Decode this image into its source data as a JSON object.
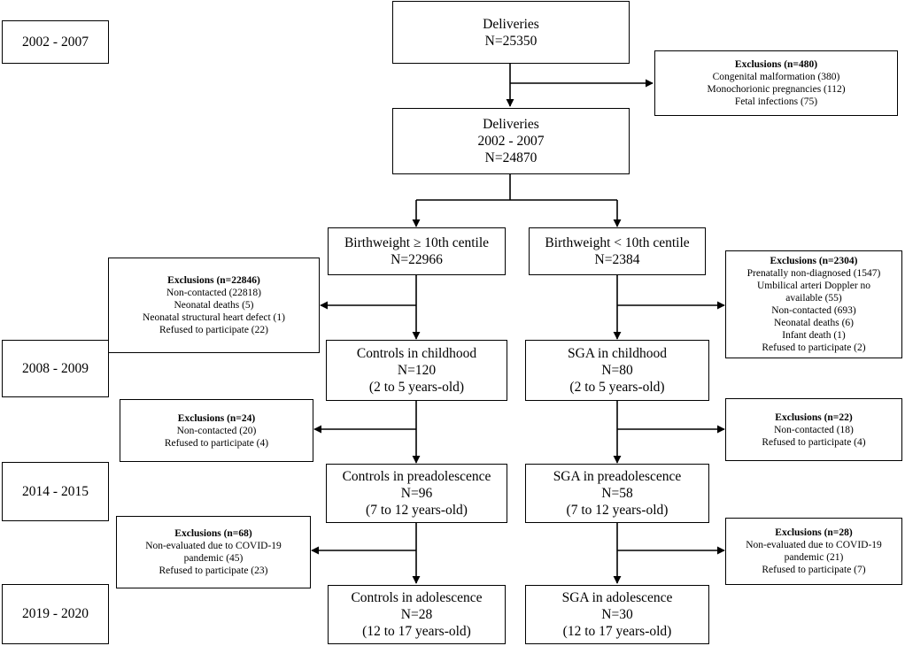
{
  "years": {
    "y1": "2002 - 2007",
    "y2": "2008 - 2009",
    "y3": "2014 - 2015",
    "y4": "2019 - 2020"
  },
  "boxes": {
    "deliveries_all": [
      "Deliveries",
      "N=25350"
    ],
    "deliveries_filtered": [
      "Deliveries",
      "2002 - 2007",
      "N=24870"
    ],
    "bw_high": [
      "Birthweight ≥ 10th centile",
      "N=22966"
    ],
    "bw_low": [
      "Birthweight < 10th centile",
      "N=2384"
    ],
    "controls_child": [
      "Controls in childhood",
      "N=120",
      "(2 to 5 years-old)"
    ],
    "sga_child": [
      "SGA in childhood",
      "N=80",
      "(2 to 5 years-old)"
    ],
    "controls_preado": [
      "Controls in preadolescence",
      "N=96",
      "(7 to 12 years-old)"
    ],
    "sga_preado": [
      "SGA in preadolescence",
      "N=58",
      "(7 to 12 years-old)"
    ],
    "controls_ado": [
      "Controls in adolescence",
      "N=28",
      "(12 to 17 years-old)"
    ],
    "sga_ado": [
      "SGA in adolescence",
      "N=30",
      "(12 to 17 years-old)"
    ]
  },
  "exclusions": {
    "initial": {
      "title": "Exclusions (n=480)",
      "items": [
        "Congenital malformation (380)",
        "Monochorionic pregnancies (112)",
        "Fetal infections (75)"
      ]
    },
    "controls_child": {
      "title": "Exclusions (n=22846)",
      "items": [
        "Non-contacted (22818)",
        "Neonatal deaths (5)",
        "Neonatal structural heart defect (1)",
        "Refused to participate (22)"
      ]
    },
    "sga_child": {
      "title": "Exclusions (n=2304)",
      "items": [
        "Prenatally non-diagnosed (1547)",
        "Umbilical arteri Doppler no",
        "available (55)",
        "Non-contacted (693)",
        "Neonatal deaths (6)",
        "Infant death (1)",
        "Refused to participate (2)"
      ]
    },
    "controls_preado": {
      "title": "Exclusions (n=24)",
      "items": [
        "Non-contacted (20)",
        "Refused to participate (4)"
      ]
    },
    "sga_preado": {
      "title": "Exclusions (n=22)",
      "items": [
        "Non-contacted (18)",
        "Refused to participate (4)"
      ]
    },
    "controls_ado": {
      "title": "Exclusions (n=68)",
      "items": [
        "Non-evaluated due to COVID-19",
        "pandemic (45)",
        "Refused to participate (23)"
      ]
    },
    "sga_ado": {
      "title": "Exclusions (n=28)",
      "items": [
        "Non-evaluated due to COVID-19",
        "pandemic (21)",
        "Refused to participate (7)"
      ]
    }
  }
}
